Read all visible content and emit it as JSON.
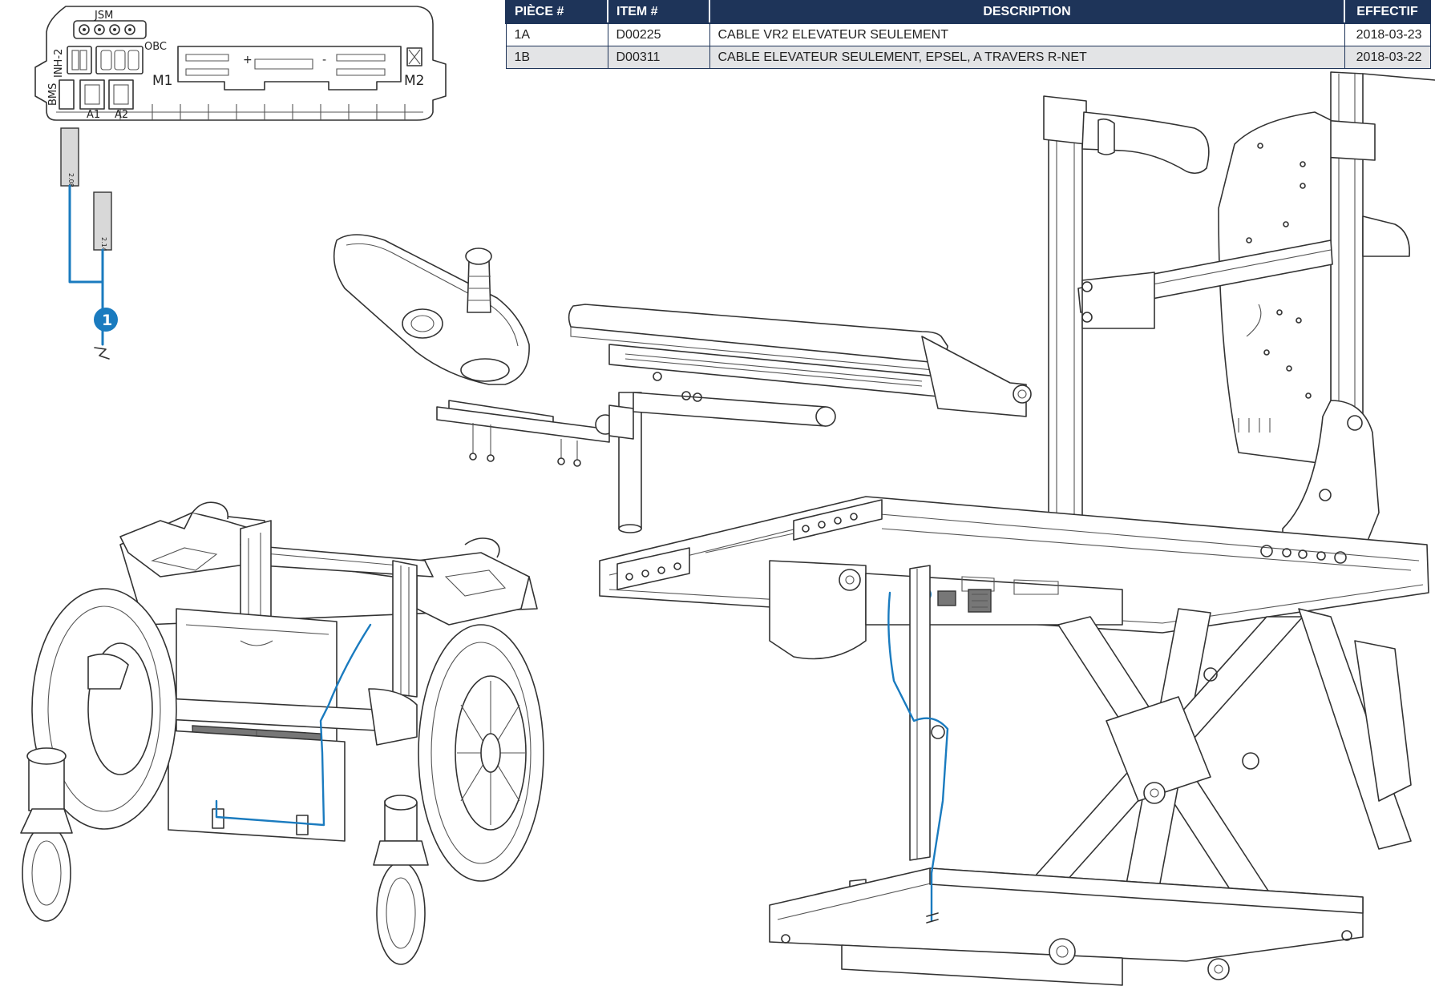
{
  "table": {
    "headers": [
      "PIÈCE #",
      "ITEM #",
      "DESCRIPTION",
      "EFFECTIF"
    ],
    "rows": [
      {
        "piece": "1A",
        "item": "D00225",
        "description": "CABLE VR2 ELEVATEUR SEULEMENT",
        "effectif": "2018-03-23"
      },
      {
        "piece": "1B",
        "item": "D00311",
        "description": "CABLE ELEVATEUR SEULEMENT, EPSEL, A TRAVERS R-NET",
        "effectif": "2018-03-22"
      }
    ]
  },
  "controller": {
    "jsm": "JSM",
    "inh2": "INH-2",
    "obc": "OBC",
    "bms": "BMS",
    "m1": "M1",
    "m2": "M2",
    "plus": "+",
    "minus": "-",
    "a1": "A1",
    "a2": "A2"
  },
  "cable": {
    "label_a": "2.08",
    "label_b": "2.14",
    "callout": "1",
    "color": "#1a7bbf"
  },
  "callout_lift": "1",
  "colors": {
    "header_bg": "#1e3459",
    "row_alt": "#e3e4e6",
    "cable_blue": "#1a7bbf"
  }
}
